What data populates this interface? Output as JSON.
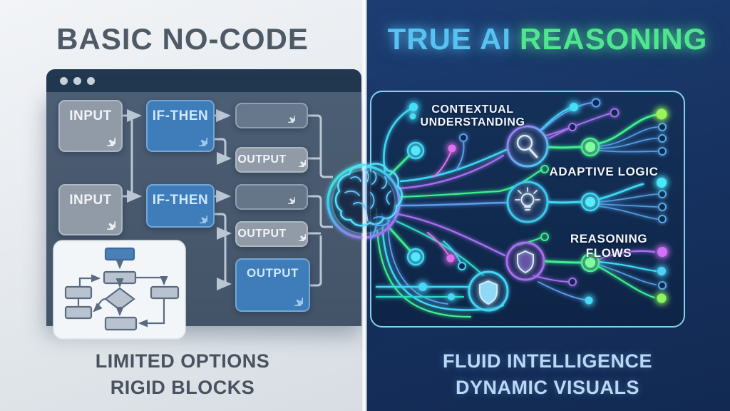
{
  "left_section": {
    "title": "BASIC NO-CODE",
    "window": {
      "blocks": {
        "input_1": "INPUT",
        "if_then_1": "IF-THEN",
        "input_2": "INPUT",
        "if_then_2": "IF-THEN",
        "output_small_1": "OUTPUT",
        "output_small_2": "OUTPUT",
        "output_large": "OUTPUT"
      }
    },
    "caption": {
      "line1": "LIMITED OPTIONS",
      "line2": "RIGID BLOCKS"
    }
  },
  "right_section": {
    "title": {
      "part1": "TRUE AI",
      "part2": "REASONING"
    },
    "labels": {
      "contextual_line1": "CONTEXTUAL",
      "contextual_line2": "UNDERSTANDING",
      "adaptive": "ADAPTIVE LOGIC",
      "reasoning": "REASONING FLOWS"
    },
    "caption": {
      "line1": "FLUID INTELLIGENCE",
      "line2": "DYNAMIC VISUALS"
    }
  },
  "icons": {
    "gear": "gear-icon",
    "brain": "brain-icon",
    "magnifier": "magnifier-icon",
    "lightbulb": "lightbulb-icon",
    "shield": "shield-icon",
    "window_dots": "window-traffic-dots"
  },
  "colors": {
    "left_title": "#4e5a66",
    "right_title_blue": "#56c3f2",
    "right_title_green": "#4fe690",
    "accent_cyan": "#3fd6f5",
    "accent_green": "#3bf08e",
    "accent_purple": "#a76ef0",
    "accent_blue": "#5b9df0",
    "block_blue": "#3e7cba",
    "block_gray": "#919ba8",
    "right_caption": "#b9d8f4"
  }
}
